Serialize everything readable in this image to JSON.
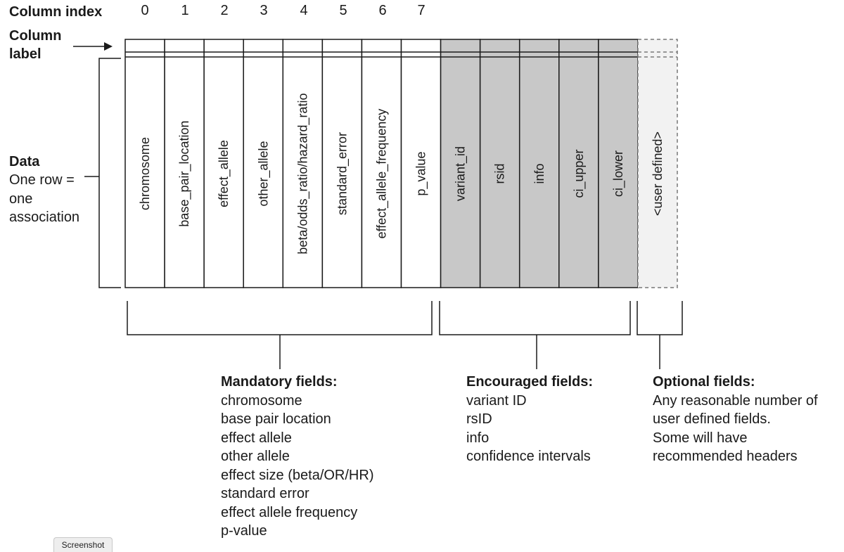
{
  "labels": {
    "column_index": "Column index",
    "column_label_line1": "Column",
    "column_label_line2": "label",
    "data_title": "Data",
    "data_line1": "One row =",
    "data_line2": "one",
    "data_line3": "association"
  },
  "indices": [
    "0",
    "1",
    "2",
    "3",
    "4",
    "5",
    "6",
    "7"
  ],
  "columns": [
    {
      "name": "chromosome",
      "type": "mandatory"
    },
    {
      "name": "base_pair_location",
      "type": "mandatory"
    },
    {
      "name": "effect_allele",
      "type": "mandatory"
    },
    {
      "name": "other_allele",
      "type": "mandatory"
    },
    {
      "name": "beta/odds_ratio/hazard_ratio",
      "type": "mandatory"
    },
    {
      "name": "standard_error",
      "type": "mandatory"
    },
    {
      "name": "effect_allele_frequency",
      "type": "mandatory"
    },
    {
      "name": "p_value",
      "type": "mandatory"
    },
    {
      "name": "variant_id",
      "type": "encouraged"
    },
    {
      "name": "rsid",
      "type": "encouraged"
    },
    {
      "name": "info",
      "type": "encouraged"
    },
    {
      "name": "ci_upper",
      "type": "encouraged"
    },
    {
      "name": "ci_lower",
      "type": "encouraged"
    },
    {
      "name": "<user defined>",
      "type": "optional"
    }
  ],
  "groups": {
    "mandatory": {
      "heading": "Mandatory fields:",
      "items": [
        "chromosome",
        "base pair location",
        "effect allele",
        "other allele",
        "effect size (beta/OR/HR)",
        "standard error",
        "effect allele frequency",
        "p-value"
      ]
    },
    "encouraged": {
      "heading": "Encouraged fields:",
      "items": [
        "variant ID",
        "rsID",
        "info",
        "confidence intervals"
      ]
    },
    "optional": {
      "heading": "Optional fields:",
      "items": [
        "Any reasonable number of",
        "user defined fields.",
        "Some will have",
        "recommended headers"
      ]
    }
  },
  "colors": {
    "mandatory_fill": "#ffffff",
    "encouraged_fill": "#c8c8c8",
    "optional_fill": "#f2f2f2",
    "line": "#1a1a1a"
  },
  "tab_label": "Screenshot"
}
